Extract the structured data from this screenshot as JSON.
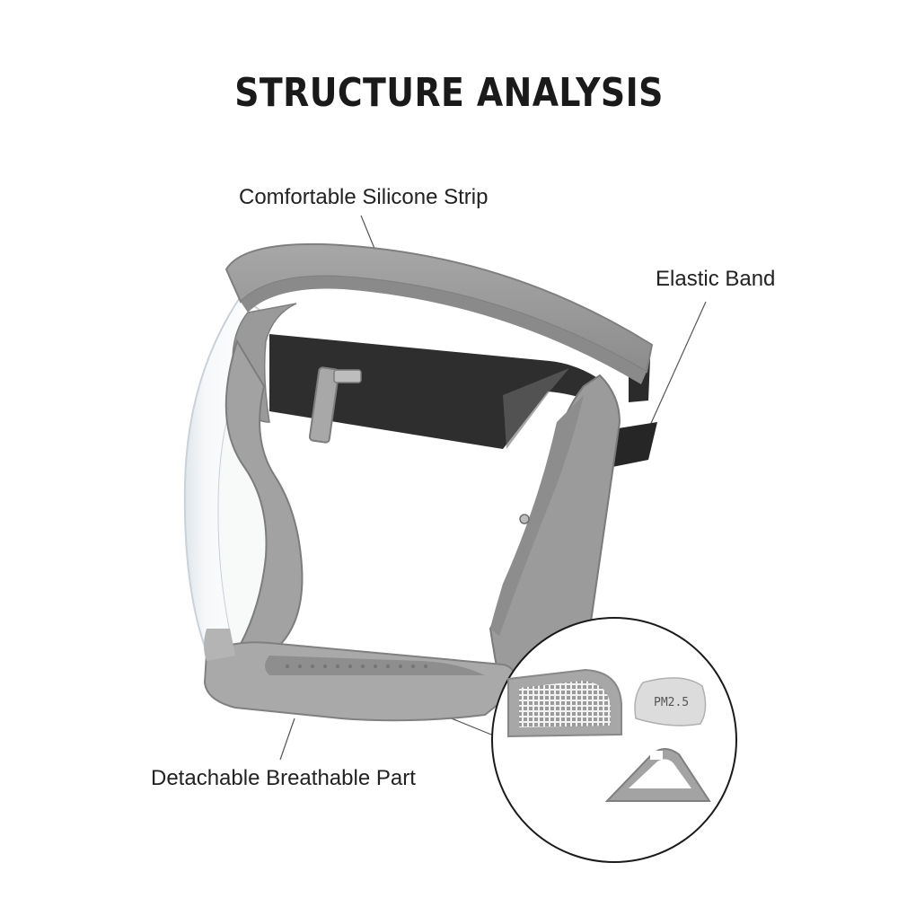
{
  "title": "STRUCTURE ANALYSIS",
  "labels": {
    "silicone_strip": "Comfortable Silicone Strip",
    "elastic_band": "Elastic Band",
    "breathable_part": "Detachable Breathable Part"
  },
  "filter_text": "PM2.5",
  "colors": {
    "frame": "#9a9a9a",
    "frame_dark": "#7d7d7d",
    "strap": "#2e2e2e",
    "visor": "#e9eff3",
    "title": "#1a1a1a"
  }
}
